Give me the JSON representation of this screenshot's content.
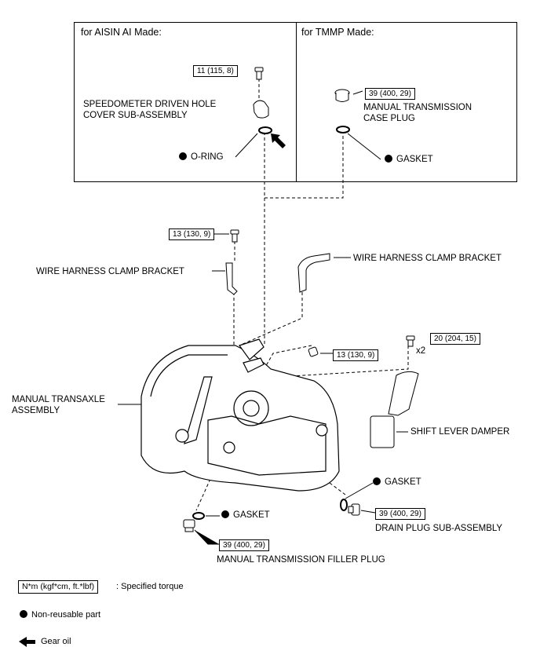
{
  "panels": {
    "aisin_title": "for AISIN AI Made:",
    "tmmp_title": "for TMMP Made:"
  },
  "torques": {
    "speedo_bolt": "11 (115, 8)",
    "tm_case_plug": "39 (400, 29)",
    "clamp_bolt_left": "13 (130, 9)",
    "clamp_bolt_center": "13 (130, 9)",
    "damper_bolt": "20 (204, 15)",
    "drain_plug": "39 (400, 29)",
    "filler_plug": "39 (400, 29)"
  },
  "labels": {
    "speedo_cover": "SPEEDOMETER DRIVEN HOLE\nCOVER SUB-ASSEMBLY",
    "o_ring": "O-RING",
    "tm_case_plug": "MANUAL TRANSMISSION\nCASE PLUG",
    "gasket_top": "GASKET",
    "wire_clamp_left": "WIRE HARNESS CLAMP BRACKET",
    "wire_clamp_right": "WIRE HARNESS CLAMP BRACKET",
    "damper_qty": "x2",
    "transaxle": "MANUAL TRANSAXLE\nASSEMBLY",
    "shift_damper": "SHIFT LEVER DAMPER",
    "gasket_drain": "GASKET",
    "drain_plug": "DRAIN PLUG SUB-ASSEMBLY",
    "gasket_filler": "GASKET",
    "filler_plug": "MANUAL TRANSMISSION FILLER PLUG"
  },
  "legend": {
    "torque_unit": "N*m (kgf*cm, ft.*lbf)",
    "torque_desc": ": Specified torque",
    "non_reusable": "Non-reusable part",
    "gear_oil": "Gear oil"
  },
  "icons": [
    "non-reusable-dot-icon",
    "gear-oil-arrow-icon",
    "bolt-icon",
    "gasket-icon",
    "plug-icon"
  ]
}
